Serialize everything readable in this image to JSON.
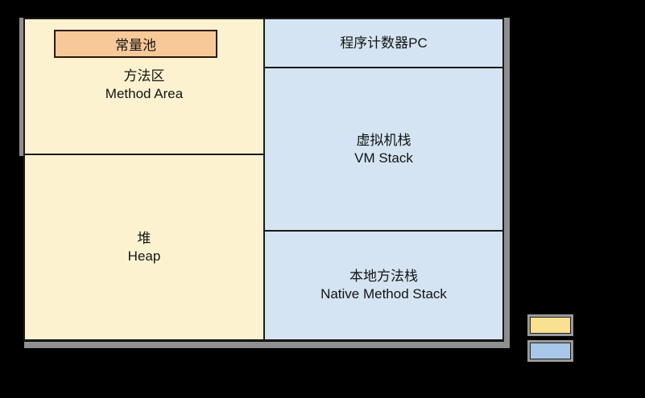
{
  "colors": {
    "background": "#000000",
    "shared_area_fill": "#FCF2CF",
    "constant_pool_fill": "#F8C998",
    "private_area_fill": "#D4E4F2",
    "border": "#1A1A1A",
    "shadow_gray": "#8F8F8F",
    "legend_yellow": "#FAE091",
    "legend_blue": "#A8C7E9",
    "text": "#141414"
  },
  "diagram": {
    "constant_pool": {
      "label_zh": "常量池"
    },
    "method_area": {
      "label_zh": "方法区",
      "label_en": "Method Area"
    },
    "heap": {
      "label_zh": "堆",
      "label_en": "Heap"
    },
    "program_counter": {
      "label_zh": "程序计数器PC"
    },
    "vm_stack": {
      "label_zh": "虚拟机栈",
      "label_en": "VM Stack"
    },
    "native_method_stack": {
      "label_zh": "本地方法栈",
      "label_en": "Native Method Stack"
    }
  },
  "legend": {
    "swatches": [
      {
        "color": "#FAE091"
      },
      {
        "color": "#A8C7E9"
      }
    ]
  }
}
